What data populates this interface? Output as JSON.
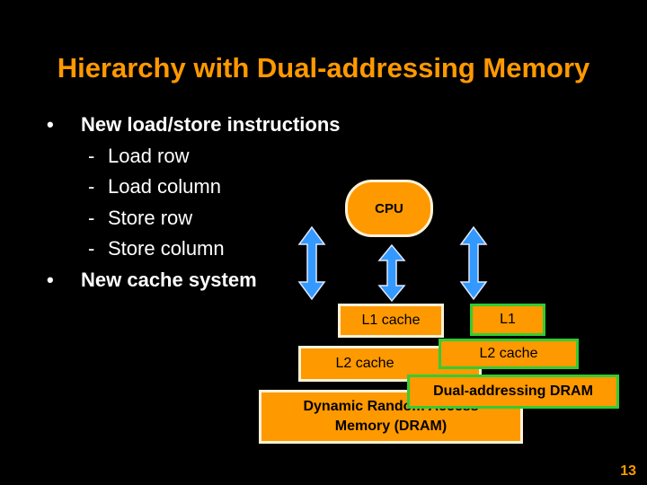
{
  "slide": {
    "title": "Hierarchy with Dual-addressing Memory",
    "page_number": "13"
  },
  "bullets": [
    {
      "text": "New load/store instructions",
      "sub": [
        "Load row",
        "Load column",
        "Store row",
        "Store column"
      ]
    },
    {
      "text": "New cache system",
      "sub": []
    }
  ],
  "diagram": {
    "cpu": "CPU",
    "l1_cache": "L1 cache",
    "l2_cache": "L2 cache",
    "dram_line1": "Dynamic Random Access",
    "dram_line2": "Memory (DRAM)",
    "new_l1": "L1",
    "new_l2": "L2 cache",
    "dual_dram": "Dual-addressing DRAM",
    "colors": {
      "box_fill": "#ff9900",
      "new_border": "#33cc33",
      "arrow": "#3399ff"
    }
  }
}
